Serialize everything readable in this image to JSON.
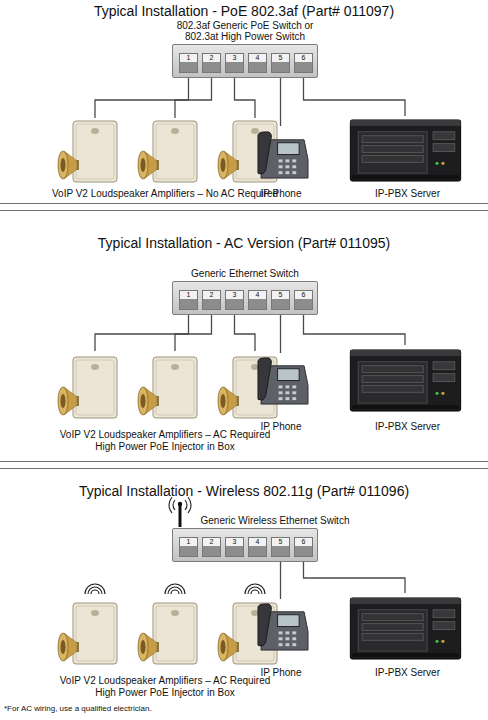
{
  "diagram": {
    "nodes": [
      {
        "text": [
          "Typical Installation - PoE 802.3af (Part# 011097)"
        ]
      },
      {
        "text": [
          "802.3af Generic PoE Switch or 802.3at High Power Switch"
        ],
        "in": 0
      },
      {
        "text": [
          "1"
        ],
        "in": 1
      },
      {
        "text": [
          "2"
        ],
        "in": 1
      },
      {
        "text": [
          "3"
        ],
        "in": 1
      },
      {
        "text": [
          "4"
        ],
        "in": 1
      },
      {
        "text": [
          "5"
        ],
        "in": 1
      },
      {
        "text": [
          "6"
        ],
        "in": 1
      },
      {
        "text": [
          "VoIP V2 Loudspeaker Amplifiers – No AC Required"
        ],
        "in": 0
      },
      {
        "text": [
          "IP Phone"
        ],
        "in": 0
      },
      {
        "text": [
          "IP-PBX Server"
        ],
        "in": 0
      },
      {
        "text": [
          "Typical Installation - AC Version (Part# 011095)"
        ]
      },
      {
        "text": [
          "Generic Ethernet Switch"
        ],
        "in": 11
      },
      {
        "text": [
          "1"
        ],
        "in": 12
      },
      {
        "text": [
          "2"
        ],
        "in": 12
      },
      {
        "text": [
          "3"
        ],
        "in": 12
      },
      {
        "text": [
          "4"
        ],
        "in": 12
      },
      {
        "text": [
          "5"
        ],
        "in": 12
      },
      {
        "text": [
          "6"
        ],
        "in": 12
      },
      {
        "text": [
          "VoIP V2 Loudspeaker Amplifiers – AC Required High Power PoE Injector in Box"
        ],
        "in": 11
      },
      {
        "text": [
          "IP Phone"
        ],
        "in": 11
      },
      {
        "text": [
          "IP-PBX Server"
        ],
        "in": 11
      },
      {
        "text": [
          "Typical Installation - Wireless 802.11g (Part# 011096)"
        ]
      },
      {
        "text": [
          "Generic Wireless Ethernet Switch"
        ],
        "in": 22
      },
      {
        "text": [
          "1"
        ],
        "in": 23
      },
      {
        "text": [
          "2"
        ],
        "in": 23
      },
      {
        "text": [
          "3"
        ],
        "in": 23
      },
      {
        "text": [
          "4"
        ],
        "in": 23
      },
      {
        "text": [
          "5"
        ],
        "in": 23
      },
      {
        "text": [
          "6"
        ],
        "in": 23
      },
      {
        "text": [
          "VoIP V2 Loudspeaker Amplifiers – AC Required High Power PoE Injector in Box"
        ],
        "in": 22
      },
      {
        "text": [
          "IP Phone"
        ],
        "in": 22
      },
      {
        "text": [
          "IP-PBX Server"
        ],
        "in": 22
      }
    ],
    "edges": [
      {
        "from": 2,
        "to": 8,
        "arrow": "none"
      },
      {
        "from": 3,
        "to": 8,
        "arrow": "none"
      },
      {
        "from": 4,
        "to": 8,
        "arrow": "none"
      },
      {
        "from": 6,
        "to": 9,
        "arrow": "none"
      },
      {
        "from": 7,
        "to": 10,
        "arrow": "none"
      },
      {
        "from": 13,
        "to": 19,
        "arrow": "none"
      },
      {
        "from": 14,
        "to": 19,
        "arrow": "none"
      },
      {
        "from": 15,
        "to": 19,
        "arrow": "none"
      },
      {
        "from": 17,
        "to": 20,
        "arrow": "none"
      },
      {
        "from": 18,
        "to": 21,
        "arrow": "none"
      },
      {
        "from": 28,
        "to": 31,
        "arrow": "none"
      },
      {
        "from": 29,
        "to": 32,
        "arrow": "none"
      }
    ],
    "labels": [
      "*For AC wiring, use a qualified electrician."
    ]
  }
}
